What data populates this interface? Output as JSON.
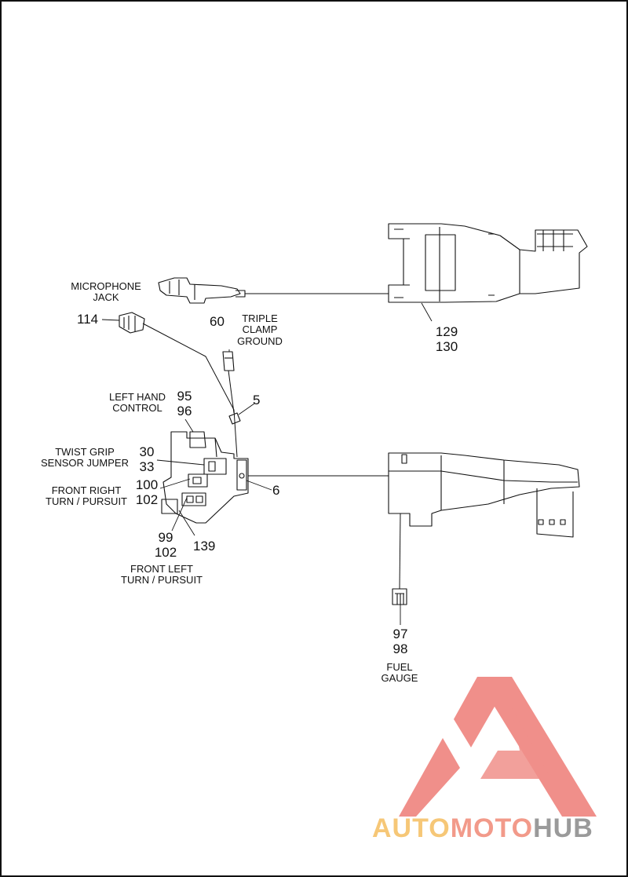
{
  "brand": {
    "logo_part1": "AUTO",
    "logo_part2": "MOTO",
    "logo_part3": "HUB",
    "colors": {
      "auto": "#f6c777",
      "moto": "#f29a8a",
      "hub": "#9a9a9a",
      "mark": "#f08f8a"
    }
  },
  "labels": {
    "microphone_jack": [
      "MICROPHONE",
      "JACK"
    ],
    "triple_clamp_ground": [
      "TRIPLE",
      "CLAMP",
      "GROUND"
    ],
    "left_hand_control": [
      "LEFT HAND",
      "CONTROL"
    ],
    "twist_grip_sensor_jumper": [
      "TWIST GRIP",
      "SENSOR JUMPER"
    ],
    "front_right_turn_pursuit": [
      "FRONT RIGHT",
      "TURN / PURSUIT"
    ],
    "front_left_turn_pursuit": [
      "FRONT LEFT",
      "TURN / PURSUIT"
    ],
    "fuel_gauge": [
      "FUEL",
      "GAUGE"
    ]
  },
  "callouts": {
    "c114": "114",
    "c60": "60",
    "c5": "5",
    "c95_96": [
      "95",
      "96"
    ],
    "c30_33": [
      "30",
      "33"
    ],
    "c100_102": [
      "100",
      "102"
    ],
    "c6": "6",
    "c99_102": [
      "99",
      "102"
    ],
    "c139": "139",
    "c129_130": [
      "129",
      "130"
    ],
    "c97_98": [
      "97",
      "98"
    ]
  }
}
